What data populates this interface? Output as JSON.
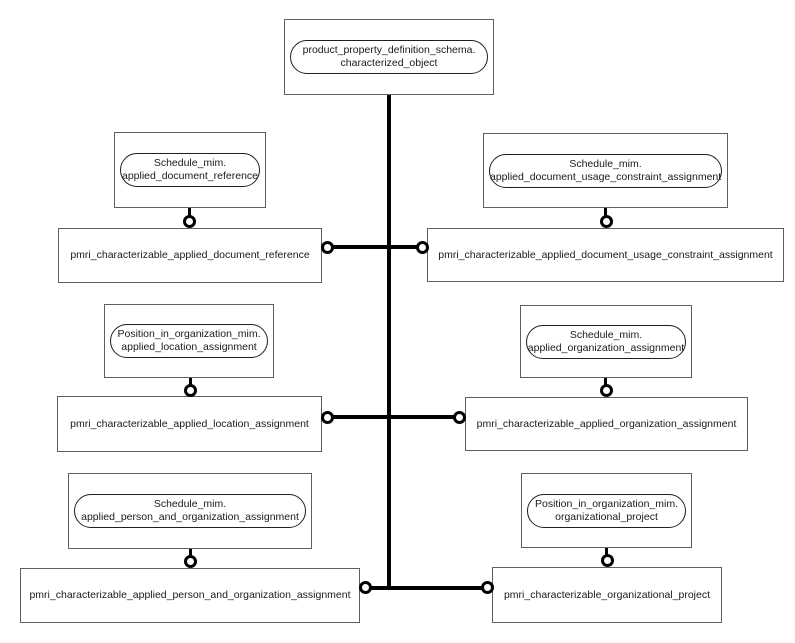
{
  "root": {
    "schema_line": "product_property_definition_schema.",
    "entity_line": "characterized_object"
  },
  "pairs": [
    {
      "ref_schema": "Schedule_mim.",
      "ref_entity": "applied_document_reference",
      "entity": "pmri_characterizable_applied_document_reference"
    },
    {
      "ref_schema": "Schedule_mim.",
      "ref_entity": "applied_document_usage_constraint_assignment",
      "entity": "pmri_characterizable_applied_document_usage_constraint_assignment"
    },
    {
      "ref_schema": "Position_in_organization_mim.",
      "ref_entity": "applied_location_assignment",
      "entity": "pmri_characterizable_applied_location_assignment"
    },
    {
      "ref_schema": "Schedule_mim.",
      "ref_entity": "applied_organization_assignment",
      "entity": "pmri_characterizable_applied_organization_assignment"
    },
    {
      "ref_schema": "Schedule_mim.",
      "ref_entity": "applied_person_and_organization_assignment",
      "entity": "pmri_characterizable_applied_person_and_organization_assignment"
    },
    {
      "ref_schema": "Position_in_organization_mim.",
      "ref_entity": "organizational_project",
      "entity": "pmri_characterizable_organizational_project"
    }
  ],
  "colors": {
    "line": "#000000",
    "box_border": "#5f5f5f",
    "stadium_border": "#1f1f1f",
    "background": "#ffffff"
  }
}
